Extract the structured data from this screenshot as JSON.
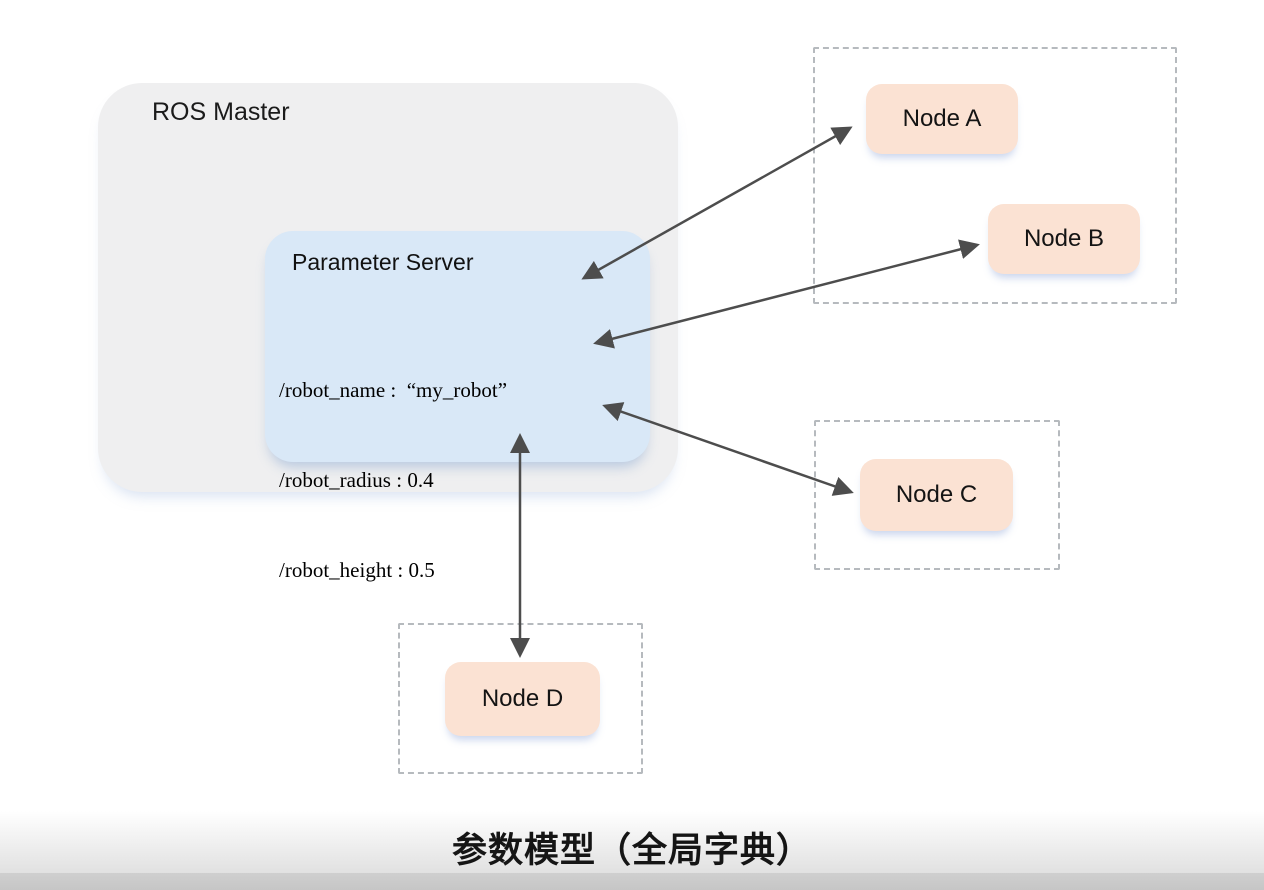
{
  "diagram": {
    "ros_master": {
      "label": "ROS Master"
    },
    "parameter_server": {
      "title": "Parameter Server",
      "params": [
        "/robot_name :  “my_robot”",
        "/robot_radius : 0.4",
        "/robot_height : 0.5"
      ]
    },
    "nodes": [
      {
        "id": "node-a",
        "label": "Node A"
      },
      {
        "id": "node-b",
        "label": "Node B"
      },
      {
        "id": "node-c",
        "label": "Node C"
      },
      {
        "id": "node-d",
        "label": "Node D"
      }
    ],
    "connections": [
      {
        "from": "parameter-server",
        "to": "node-a",
        "bidirectional": true
      },
      {
        "from": "parameter-server",
        "to": "node-b",
        "bidirectional": true
      },
      {
        "from": "parameter-server",
        "to": "node-c",
        "bidirectional": true
      },
      {
        "from": "parameter-server",
        "to": "node-d",
        "bidirectional": true
      }
    ],
    "caption": "参数模型（全局字典）",
    "colors": {
      "ros_master_fill": "#efeff0",
      "parameter_server_fill": "#d9e8f7",
      "node_fill": "#fbe2d3",
      "arrow": "#4d4d4d",
      "dashed_border": "#b6babe",
      "caption_text": "#151515"
    }
  }
}
